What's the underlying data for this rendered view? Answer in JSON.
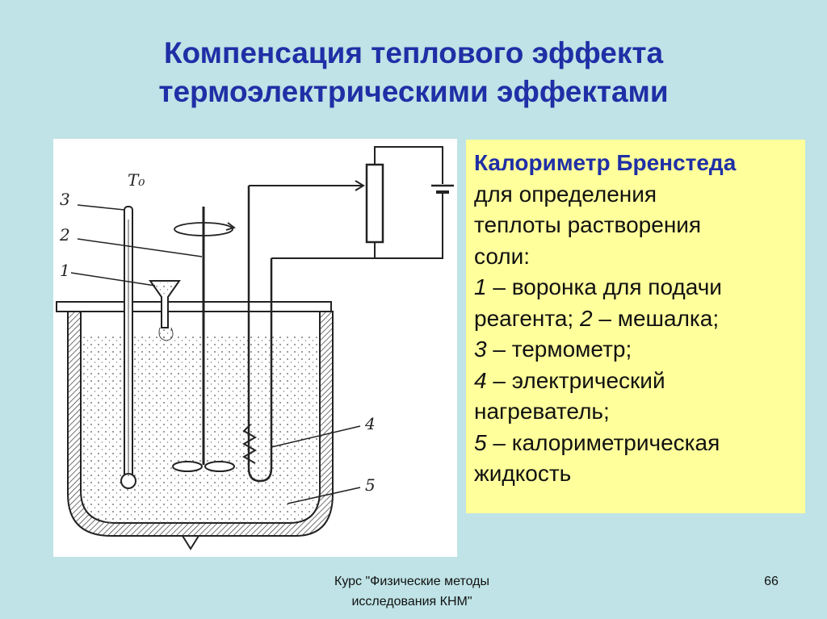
{
  "title": {
    "line1": "Компенсация теплового эффекта",
    "line2": "термоэлектрическими эффектами"
  },
  "figure": {
    "labels": {
      "t0": "T₀",
      "l1": "1",
      "l2": "2",
      "l3": "3",
      "l4": "4",
      "l5": "5"
    }
  },
  "description": {
    "heading": "Калориметр Бренстеда",
    "line1": "для определения",
    "line2": "теплоты растворения",
    "line3": "соли:",
    "items": [
      {
        "num": "1",
        "text": " – воронка для подачи"
      },
      {
        "text": "реагента; "
      },
      {
        "num": "2",
        "text": " – мешалка;"
      },
      {
        "num": "3",
        "text": " – термометр;"
      },
      {
        "num": "4",
        "text": " – электрический"
      },
      {
        "text": "нагреватель;"
      },
      {
        "num": "5",
        "text": " – калориметрическая"
      },
      {
        "text": "жидкость"
      }
    ]
  },
  "footer": {
    "line1": "Курс \"Физические методы",
    "line2": "исследования КНМ\""
  },
  "page_number": "66"
}
